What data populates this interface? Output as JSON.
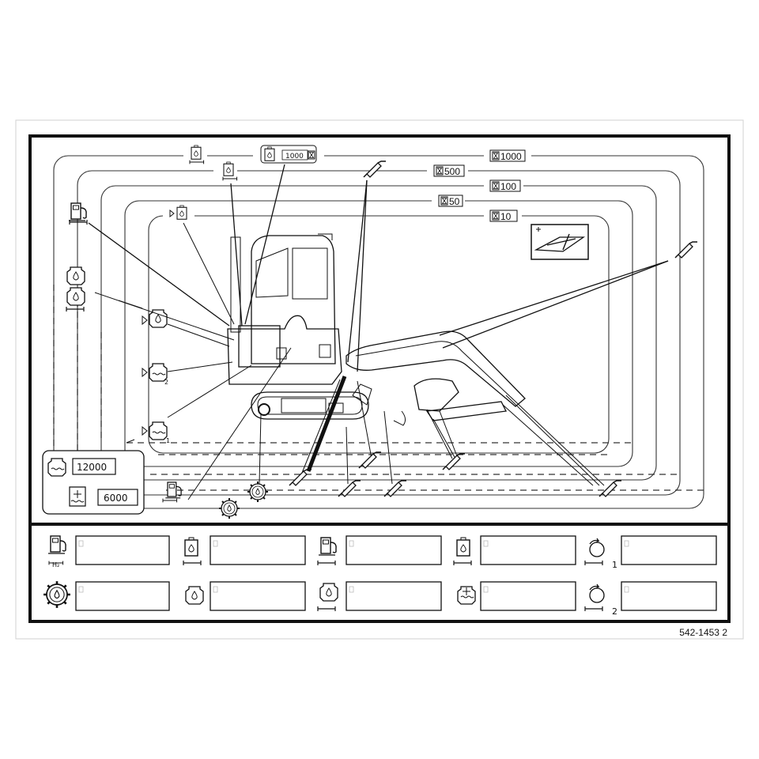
{
  "intervals": {
    "i1000": "1000",
    "i500": "500",
    "i100": "100",
    "i50": "50",
    "i10": "10",
    "top_callout": "1000"
  },
  "coolant": {
    "coolant_hours": "12000",
    "antifreeze_hours": "6000"
  },
  "part_number": "542-1453 2",
  "hydrogen_mark": "H₂",
  "legend_index": {
    "one": "1",
    "two": "2"
  },
  "icons": {
    "interval": "hourglass-icon",
    "grease": "grease-gun-icon",
    "fuel": "fuel-pump-icon",
    "hydraulic": "hydraulic-tank-icon",
    "engine_oil": "engine-oil-icon",
    "coolant": "coolant-icon",
    "air_filter": "air-filter-icon",
    "manual": "manual-book-icon",
    "filter": "filter-gear-icon",
    "gear_oil": "gear-oil-icon"
  }
}
